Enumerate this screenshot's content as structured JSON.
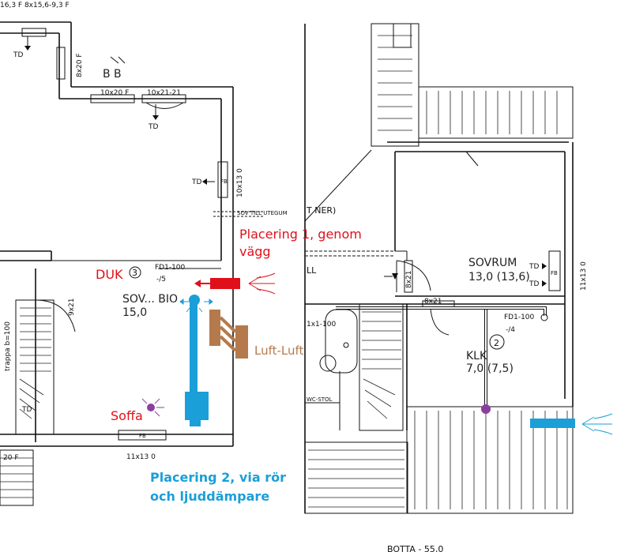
{
  "labels": {
    "top_left_dims": "16,3 F 8x15,6-9,3 F",
    "window_8x20": "8x20 F",
    "td": "TD",
    "window_8x20_vert": "8x20 F",
    "bb": "B B",
    "window_10x20": "10x20 F",
    "window_10x21": "10x21-21",
    "window_10x13_vert": "10x13 0",
    "sov_till_utegum": "SOV TILL UTEGUM",
    "fd1_100_left": "FD1-100",
    "fd1_minus5": "-/5",
    "sov_bio": "SOV... BIO",
    "sov_bio_area": "15,0",
    "circle3": "3",
    "trappa": "trappa b=100",
    "window_9x21": "9x21",
    "fb": "FB",
    "window_11x13_bottom": "11x13 0",
    "window_20f": "20 F",
    "tner": "T NER)",
    "ll": "LL",
    "window_8x21_vert": "8x21",
    "window_8x21": "8x21",
    "sovrum": "SOVRUM",
    "sovrum_area": "13,0 (13,6)",
    "window_11x13_right": "11x13 0",
    "fd1_100_right": "FD1-100",
    "fd1_minus4": "-/4",
    "circle2": "2",
    "klk": "KLK",
    "klk_area": "7,0 (7,5)",
    "window_1x1": "1x1-100",
    "wc_stol": "WC-STOL",
    "bottom_cut": "BOTTA - 55,0"
  },
  "annotations": {
    "placering1": [
      "Placering 1, genom",
      "vägg"
    ],
    "duk": "DUK",
    "luft_luft": "Luft-Luft",
    "soffa": "Soffa",
    "placering2": [
      "Placering 2, via rör",
      "och ljuddämpare"
    ]
  },
  "colors": {
    "red": "#e0101a",
    "blue": "#1a9fd8",
    "brown": "#b57a4c",
    "purple": "#8a3fa0"
  }
}
